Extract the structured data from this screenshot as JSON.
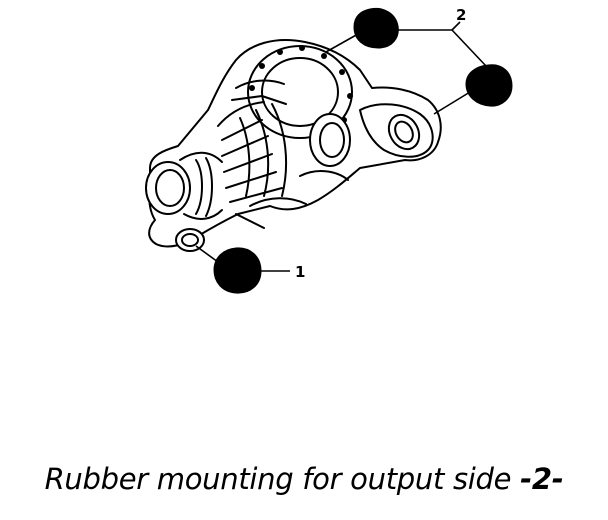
{
  "callouts": {
    "part_1": "1",
    "part_2": "2"
  },
  "caption": {
    "text": "Rubber mounting for output side ",
    "ref": "-2-"
  }
}
